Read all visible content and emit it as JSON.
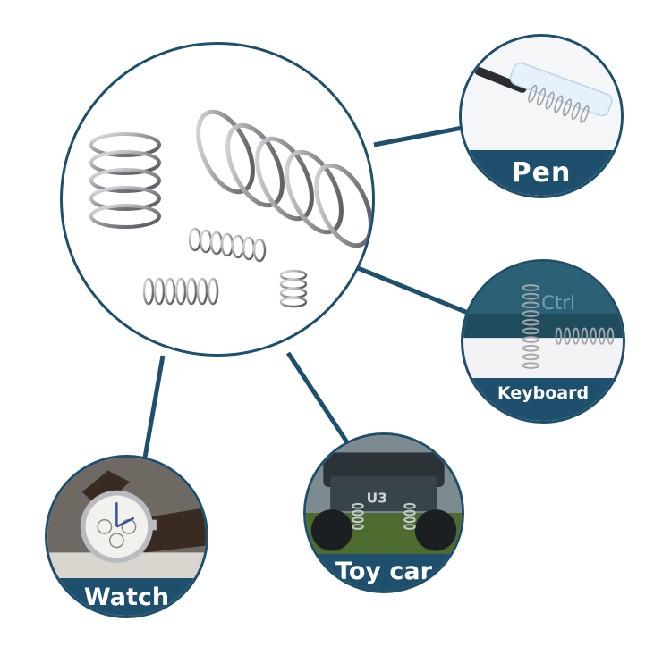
{
  "colors": {
    "accent": "#1e4f6d",
    "background": "#ffffff",
    "label_text": "#ffffff"
  },
  "center": {
    "icon": "compression-springs-illustration"
  },
  "applications": [
    {
      "id": "pen",
      "label": "Pen",
      "icon": "pen-spring-photo"
    },
    {
      "id": "keyboard",
      "label": "Keyboard",
      "icon": "keyboard-spring-photo"
    },
    {
      "id": "toycar",
      "label": "Toy car",
      "icon": "toy-car-photo"
    },
    {
      "id": "watch",
      "label": "Watch",
      "icon": "watch-photo"
    }
  ]
}
